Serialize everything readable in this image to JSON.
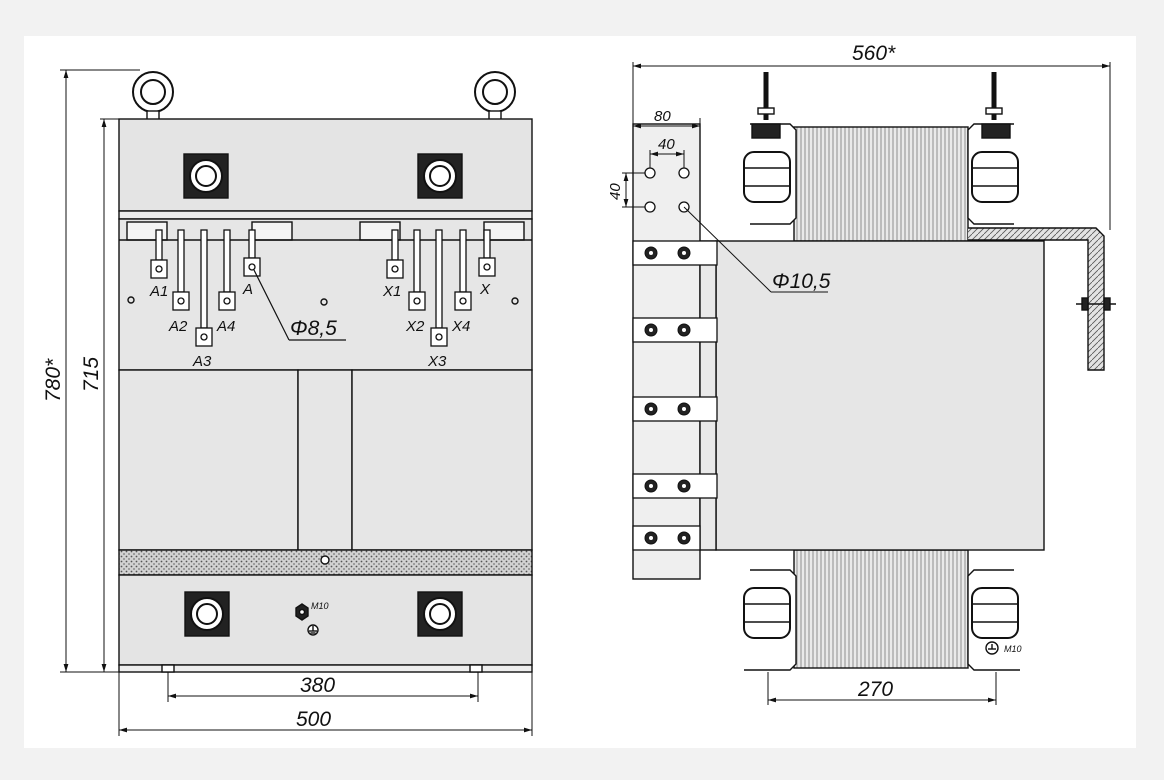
{
  "front_view": {
    "dim_height_total": "780*",
    "dim_height_body": "715",
    "dim_width_mounting": "380",
    "dim_width_total": "500",
    "hole_diameter": "Φ8,5",
    "ground_bolt": "M10",
    "hv_terminals": [
      "A1",
      "A2",
      "A3",
      "A4",
      "A"
    ],
    "lv_terminals": [
      "X1",
      "X2",
      "X3",
      "X4",
      "X"
    ]
  },
  "side_view": {
    "dim_width_total": "560*",
    "dim_busbar_width": "80",
    "dim_hole_spacing_h": "40",
    "dim_hole_spacing_v": "40",
    "hole_diameter": "Φ10,5",
    "dim_base_width": "270",
    "ground_bolt": "M10"
  },
  "colors": {
    "background": "#f2f2f2",
    "paper": "#ffffff",
    "line": "#111111",
    "fill_body": "#e7e7e7",
    "fill_band": "#d9d9d9"
  }
}
